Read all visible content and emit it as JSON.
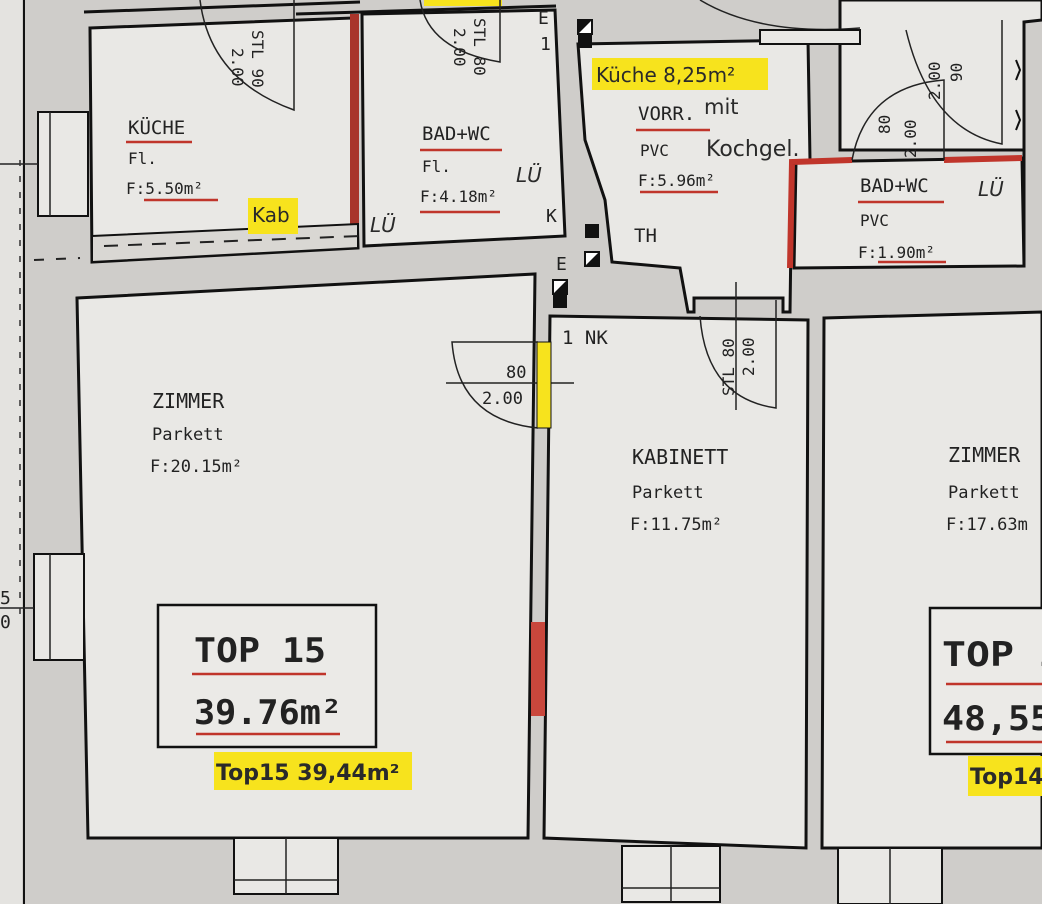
{
  "rooms": {
    "kueche": {
      "name": "KÜCHE",
      "floor": "Fl.",
      "area": "F:5.50m²"
    },
    "bad_left": {
      "name": "BAD+WC",
      "floor": "Fl.",
      "area": "F:4.18m²"
    },
    "vorraum": {
      "name": "VORR.",
      "floor": "PVC",
      "area": "F:5.96m²"
    },
    "bad_right": {
      "name": "BAD+WC",
      "floor": "PVC",
      "area": "F:1.90m²"
    },
    "zimmer_left": {
      "name": "ZIMMER",
      "floor": "Parkett",
      "area": "F:20.15m²"
    },
    "kabinett": {
      "name": "KABINETT",
      "floor": "Parkett",
      "area": "F:11.75m²"
    },
    "zimmer_right": {
      "name": "ZIMMER",
      "floor": "Parkett",
      "area": "F:17.63m"
    }
  },
  "doors": {
    "door_stl90": {
      "width": "STL 90",
      "height": "2.00"
    },
    "door_stl80_top": {
      "width": "STL 80",
      "height": "2.00"
    },
    "door_90_right": {
      "width": "90",
      "height": "2.00"
    },
    "door_80_bad": {
      "width": "80",
      "height": "2.00"
    },
    "door_80_zimmer": {
      "width": "80",
      "height": "2.00"
    },
    "door_stl80_kab": {
      "width": "STL 80",
      "height": "2.00"
    }
  },
  "labels": {
    "nk": "1 NK",
    "th": "TH",
    "e_top": "E",
    "one": "1",
    "e_mid": "E",
    "k": "K",
    "edge_left_top": "5",
    "edge_left_bottom": "0"
  },
  "units": {
    "top15": {
      "title": "TOP 15",
      "area": "39.76m²"
    },
    "top14": {
      "title": "TOP 1",
      "area": "48,55"
    }
  },
  "annotations": {
    "kueche_total": "Küche 8,25m²",
    "mit": "mit",
    "kochgel": "Kochgel.",
    "kab": "Kab",
    "lue_1": "LÜ",
    "lue_2": "LÜ",
    "lue_3": "LÜ",
    "top15_actual": "Top15 39,44m²",
    "top14_actual": "Top14"
  },
  "colors": {
    "paper": "#e9e8e5",
    "outside": "#d2d0cd",
    "highlight": "#f7e31d",
    "wall_red": "#c0352b",
    "ink": "#111111"
  }
}
